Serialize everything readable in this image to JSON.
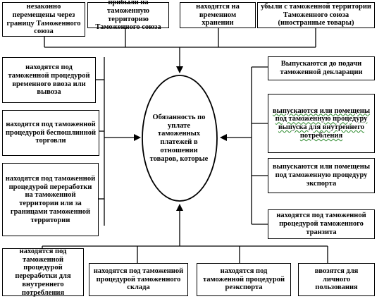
{
  "center": {
    "text": "Обязанность по уплате таможенных платежей в отношении товаров, которые"
  },
  "top": {
    "b1": "незаконно перемещены через границу Таможенного союза",
    "b2": "прибыли на таможенную территорию Таможенного союза",
    "b3": "находятся на временном хранении",
    "b4": "убыли с таможенной территории Таможенного союза (иностранные товары)"
  },
  "left": {
    "b1": "находятся под таможенной процедурой временного ввоза или вывоза",
    "b2": "находятся под таможенной процедурой беспошлинной торговли",
    "b3": "находятся под таможенной процедурой переработки на таможенной территории или за границами таможенной территории"
  },
  "right": {
    "b1": "Выпускаются до подачи таможенной декларации",
    "b2": "выпускаются или помещены под таможенную процедуру выпуска для внутреннего потребления",
    "b3": "выпускаются или помещены под таможенную процедуру экспорта",
    "b4": "находятся под таможенной процедурой таможенного транзита"
  },
  "bottom": {
    "b1": "находятся под таможенной процедурой переработки для внутреннего потребления",
    "b2": "находятся под таможенной процедурой таможенного склада",
    "b3": "находятся под таможенной процедурой реэкспорта",
    "b4": "ввозятся для личного пользования"
  }
}
